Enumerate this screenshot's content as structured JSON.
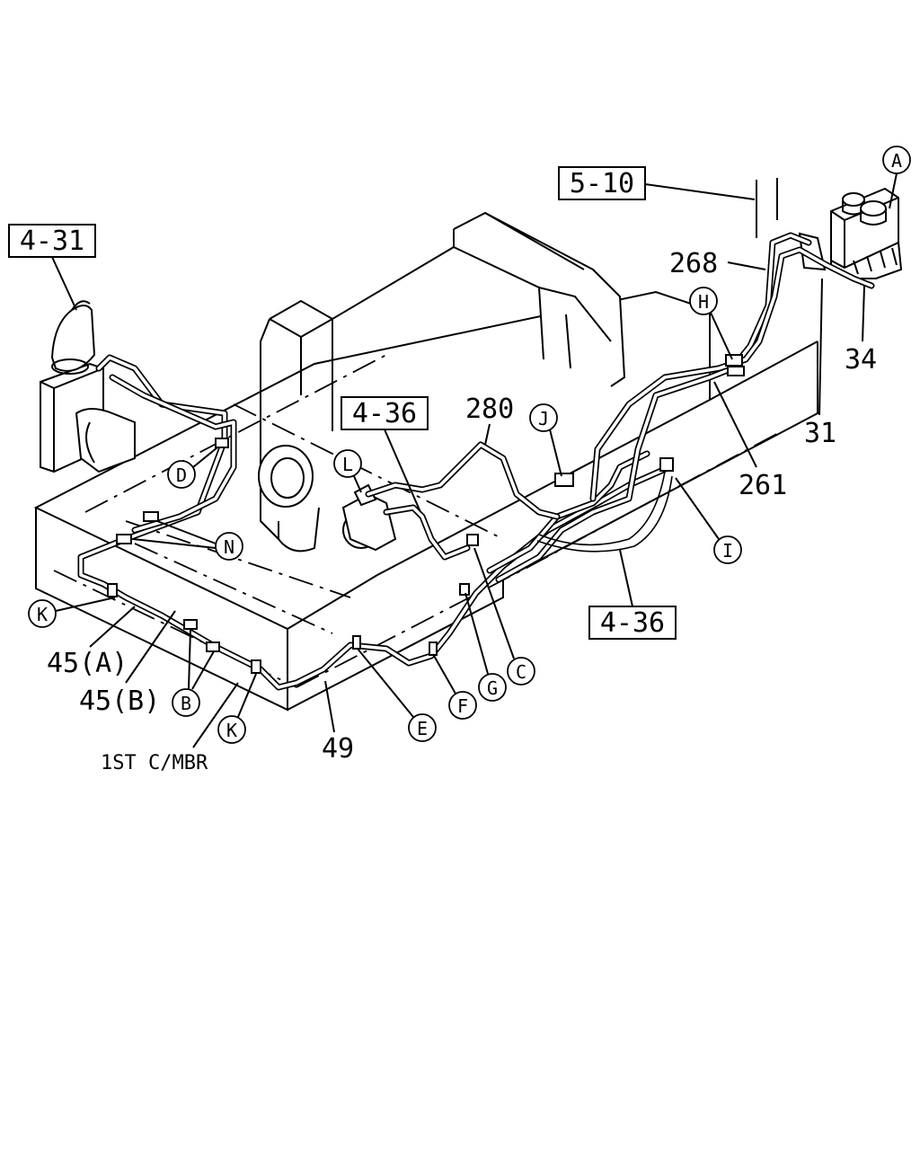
{
  "references": {
    "ref_4_31": "4-31",
    "ref_5_10": "5-10",
    "ref_4_36_upper": "4-36",
    "ref_4_36_lower": "4-36"
  },
  "part_numbers": {
    "p268": "268",
    "p34": "34",
    "p31": "31",
    "p261": "261",
    "p280": "280",
    "p45a": "45(A)",
    "p45b": "45(B)",
    "p49": "49"
  },
  "callouts": {
    "A": "A",
    "H": "H",
    "J": "J",
    "L": "L",
    "D": "D",
    "N": "N",
    "I": "I",
    "K_left": "K",
    "K_bottom": "K",
    "B": "B",
    "C": "C",
    "G": "G",
    "F": "F",
    "E": "E"
  },
  "notes": {
    "crossmember": "1ST C/MBR"
  }
}
